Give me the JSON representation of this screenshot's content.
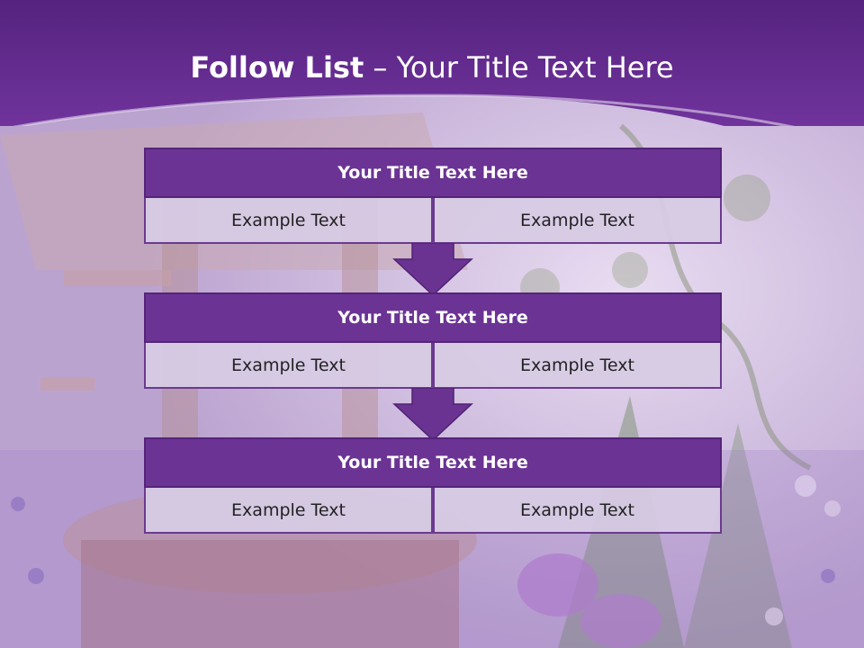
{
  "slide": {
    "title_bold": "Follow List",
    "title_rest": " – Your Title Text Here"
  },
  "boxes": [
    {
      "title": "Your Title Text Here",
      "left": "Example Text",
      "right": "Example Text"
    },
    {
      "title": "Your Title Text Here",
      "left": "Example Text",
      "right": "Example Text"
    },
    {
      "title": "Your Title Text Here",
      "left": "Example Text",
      "right": "Example Text"
    }
  ],
  "colors": {
    "header": "#5b2a87",
    "box_title": "#6b3394",
    "box_cell": "#d7cbe4",
    "arrow": "#6a3391"
  }
}
